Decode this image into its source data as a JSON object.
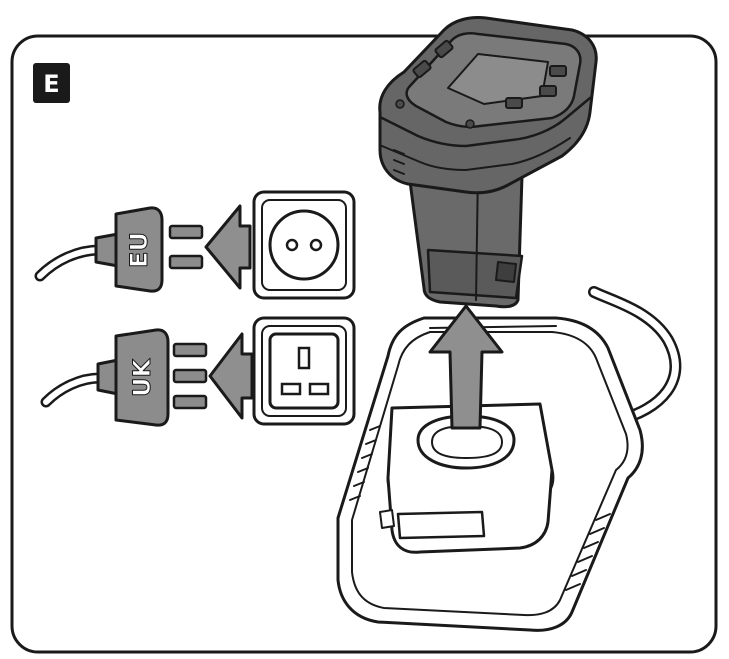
{
  "step": {
    "label": "E"
  },
  "plugs": [
    {
      "region": "EU",
      "label": "EU",
      "socket": "eu-socket"
    },
    {
      "region": "UK",
      "label": "UK",
      "socket": "uk-socket"
    }
  ],
  "colors": {
    "outline": "#1a1a1a",
    "battery": "#666666",
    "battery_dark": "#4a4a4a",
    "battery_light": "#8a8a8a",
    "plug_fill": "#8c8c8c",
    "arrow_fill": "#8f8f8f",
    "charger_fill": "#ffffff",
    "badge_fill": "#1a1a1a",
    "badge_text": "#ffffff"
  }
}
